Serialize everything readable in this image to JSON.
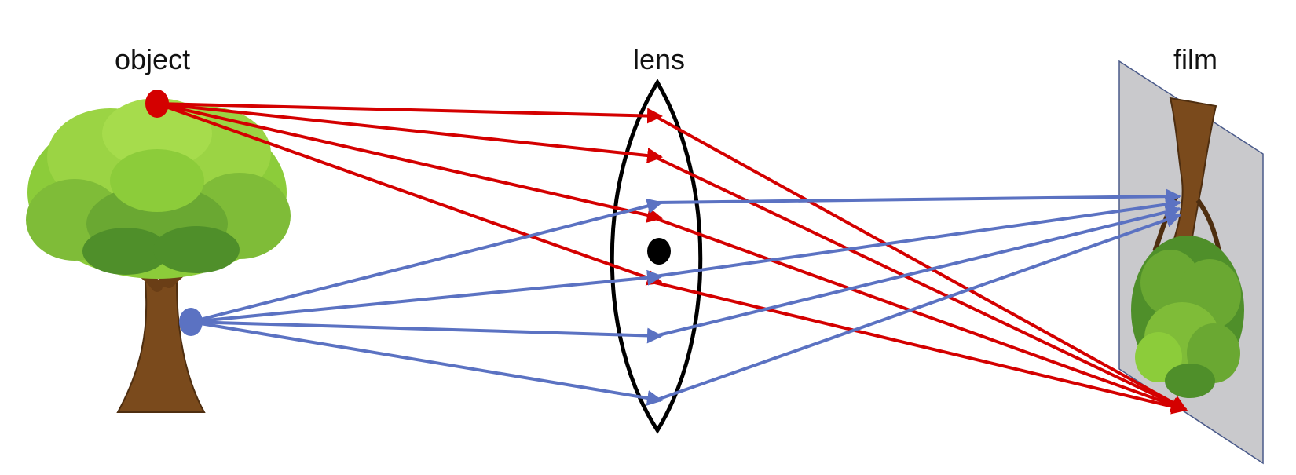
{
  "labels": {
    "object": "object",
    "lens": "lens",
    "film": "film"
  },
  "colors": {
    "red_ray": "#d40000",
    "blue_ray": "#5b72c2",
    "lens_outline": "#000000",
    "film_fill": "#c9c9cc",
    "film_edge": "#4a5a8a",
    "foliage_light": "#8ccc3a",
    "foliage_dark": "#4f8f2a",
    "trunk": "#7a4a1c",
    "trunk_dark": "#4e2e10"
  },
  "icons": {
    "object_tree": "tree-icon",
    "projected_image": "inverted-tree-icon"
  }
}
